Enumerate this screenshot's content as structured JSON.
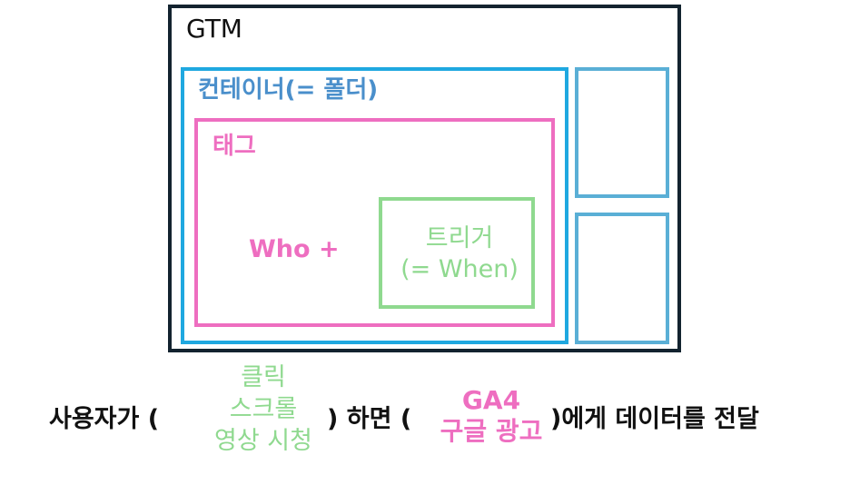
{
  "gtm": {
    "label": "GTM"
  },
  "container": {
    "label": "컨테이너(= 폴더)"
  },
  "tag": {
    "label": "태그",
    "who": "Who +"
  },
  "trigger": {
    "line1": "트리거",
    "line2": "(= When)"
  },
  "sentence": {
    "part1": "사용자가 (",
    "actions": [
      "클릭",
      "스크롤",
      "영상 시청"
    ],
    "part2": ") 하면 (",
    "destinations": [
      "GA4",
      "구글 광고"
    ],
    "part3": ")에게 데이터를 전달"
  },
  "colors": {
    "gtm": "#13232f",
    "container": "#1fa8e0",
    "side_boxes": "#5aafd6",
    "tag": "#ee6ec0",
    "trigger": "#8fd98f"
  }
}
